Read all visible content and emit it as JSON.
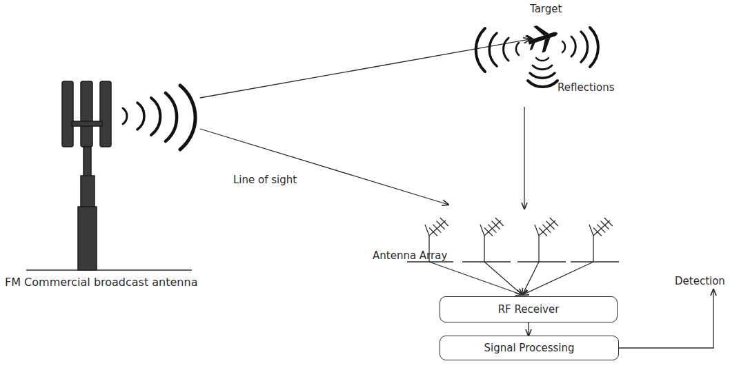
{
  "diagram": {
    "nodes": [
      {
        "text": [
          "RF Receiver"
        ]
      },
      {
        "text": [
          "Signal Processing"
        ]
      }
    ],
    "edges": [
      {
        "from": 0,
        "to": 1,
        "arrow": "to"
      }
    ],
    "labels": [
      "Target",
      "Reflections",
      "Line of sight",
      "Antenna Array",
      "FM Commercial broadcast antenna",
      "Detection"
    ]
  }
}
